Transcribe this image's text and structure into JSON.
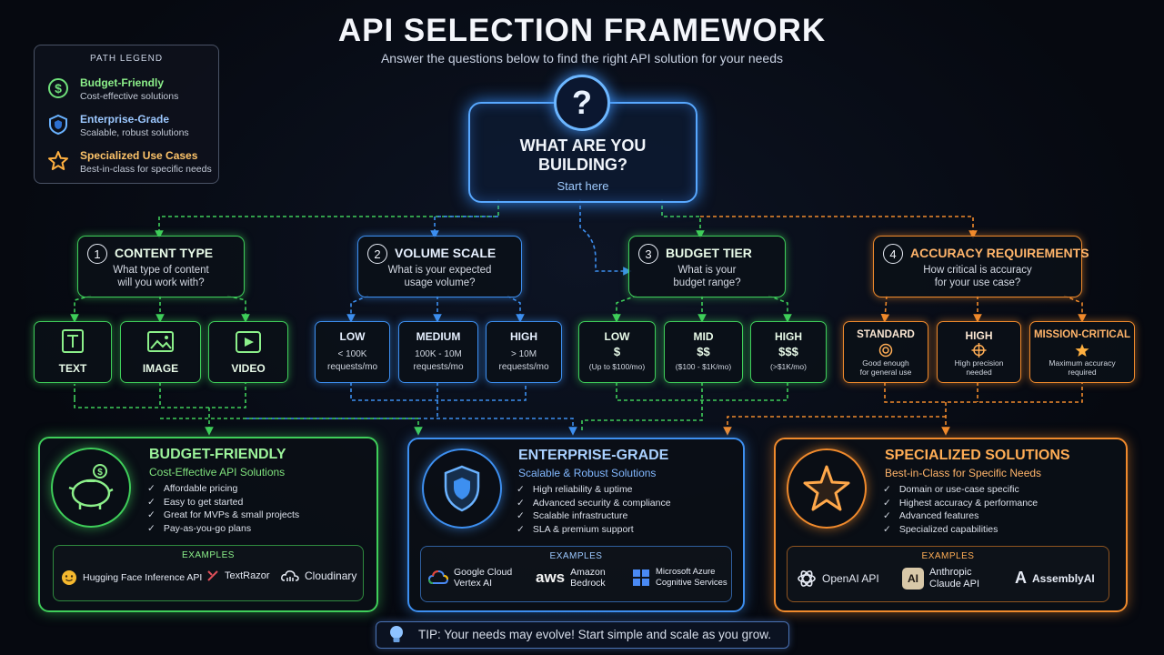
{
  "header": {
    "title": "API SELECTION FRAMEWORK",
    "subtitle": "Answer the questions below to find the right API solution for your needs"
  },
  "legend": {
    "heading": "PATH LEGEND",
    "items": [
      {
        "title": "Budget-Friendly",
        "desc": "Cost-effective solutions",
        "icon": "dollar-icon",
        "color": "#8cf08a"
      },
      {
        "title": "Enterprise-Grade",
        "desc": "Scalable, robust solutions",
        "icon": "shield-icon",
        "color": "#9cc8ff"
      },
      {
        "title": "Specialized Use Cases",
        "desc": "Best-in-class for specific needs",
        "icon": "star-icon",
        "color": "#ffc56a"
      }
    ]
  },
  "start": {
    "symbol": "?",
    "title_line1": "WHAT ARE YOU",
    "title_line2": "BUILDING?",
    "cta": "Start here"
  },
  "questions": [
    {
      "num": "1",
      "title": "CONTENT TYPE",
      "line1": "What type of content",
      "line2": "will you work with?",
      "color": "#8cf08a"
    },
    {
      "num": "2",
      "title": "VOLUME SCALE",
      "line1": "What is your expected",
      "line2": "usage volume?",
      "color": "#9cc8ff"
    },
    {
      "num": "3",
      "title": "BUDGET TIER",
      "line1": "What is your",
      "line2": "budget range?",
      "color": "#8cf08a"
    },
    {
      "num": "4",
      "title": "ACCURACY REQUIREMENTS",
      "line1": "How critical is accuracy",
      "line2": "for your use case?",
      "color": "#ffad55"
    }
  ],
  "content_options": [
    {
      "label": "TEXT",
      "icon": "text-icon"
    },
    {
      "label": "IMAGE",
      "icon": "image-icon"
    },
    {
      "label": "VIDEO",
      "icon": "video-icon"
    }
  ],
  "volume_options": [
    {
      "label": "LOW",
      "l1": "< 100K",
      "l2": "requests/mo"
    },
    {
      "label": "MEDIUM",
      "l1": "100K - 10M",
      "l2": "requests/mo"
    },
    {
      "label": "HIGH",
      "l1": "> 10M",
      "l2": "requests/mo"
    }
  ],
  "budget_options": [
    {
      "label": "LOW",
      "sym": "$",
      "l1": "(Up to $100/mo)"
    },
    {
      "label": "MID",
      "sym": "$$",
      "l1": "($100 - $1K/mo)"
    },
    {
      "label": "HIGH",
      "sym": "$$$",
      "l1": "(>$1K/mo)"
    }
  ],
  "accuracy_options": [
    {
      "label": "STANDARD",
      "icon": "target-icon",
      "l1": "Good enough",
      "l2": "for general use"
    },
    {
      "label": "HIGH",
      "icon": "crosshair-icon",
      "l1": "High precision",
      "l2": "needed"
    },
    {
      "label": "MISSION-CRITICAL",
      "icon": "star-icon",
      "l1": "Maximum accuracy",
      "l2": "required"
    }
  ],
  "solutions": [
    {
      "title": "BUDGET-FRIENDLY",
      "subtitle": "Cost-Effective API Solutions",
      "icon": "piggy-bank-icon",
      "bullets": [
        "Affordable pricing",
        "Easy to get started",
        "Great for MVPs & small projects",
        "Pay-as-you-go plans"
      ],
      "examples_label": "EXAMPLES",
      "examples": [
        {
          "name": "Hugging Face Inference API",
          "icon": "hugging-face-icon"
        },
        {
          "name": "TextRazor",
          "icon": "textrazor-icon"
        },
        {
          "name": "Cloudinary",
          "icon": "cloudinary-icon"
        }
      ]
    },
    {
      "title": "ENTERPRISE-GRADE",
      "subtitle": "Scalable & Robust Solutions",
      "icon": "shield-icon",
      "bullets": [
        "High reliability & uptime",
        "Advanced security & compliance",
        "Scalable infrastructure",
        "SLA & premium support"
      ],
      "examples_label": "EXAMPLES",
      "examples": [
        {
          "l1": "Google Cloud",
          "l2": "Vertex AI",
          "icon": "google-cloud-icon"
        },
        {
          "logo": "aws",
          "l1": "Amazon",
          "l2": "Bedrock",
          "icon": "aws-icon"
        },
        {
          "l1": "Microsoft Azure",
          "l2": "Cognitive Services",
          "icon": "azure-icon"
        }
      ]
    },
    {
      "title": "SPECIALIZED SOLUTIONS",
      "subtitle": "Best-in-Class for Specific Needs",
      "icon": "star-icon",
      "bullets": [
        "Domain or use-case specific",
        "Highest accuracy & performance",
        "Advanced features",
        "Specialized capabilities"
      ],
      "examples_label": "EXAMPLES",
      "examples": [
        {
          "name": "OpenAI API",
          "icon": "openai-icon"
        },
        {
          "logo": "AI",
          "l1": "Anthropic",
          "l2": "Claude API",
          "icon": "anthropic-icon"
        },
        {
          "logo": "A",
          "name": "AssemblyAI",
          "icon": "assemblyai-icon"
        }
      ]
    }
  ],
  "tip": {
    "text": "TIP: Your needs may evolve! Start simple and scale as you grow.",
    "icon": "lightbulb-icon"
  },
  "colors": {
    "green": "#3fce5a",
    "blue": "#3d8ff0",
    "orange": "#f08a2c"
  }
}
